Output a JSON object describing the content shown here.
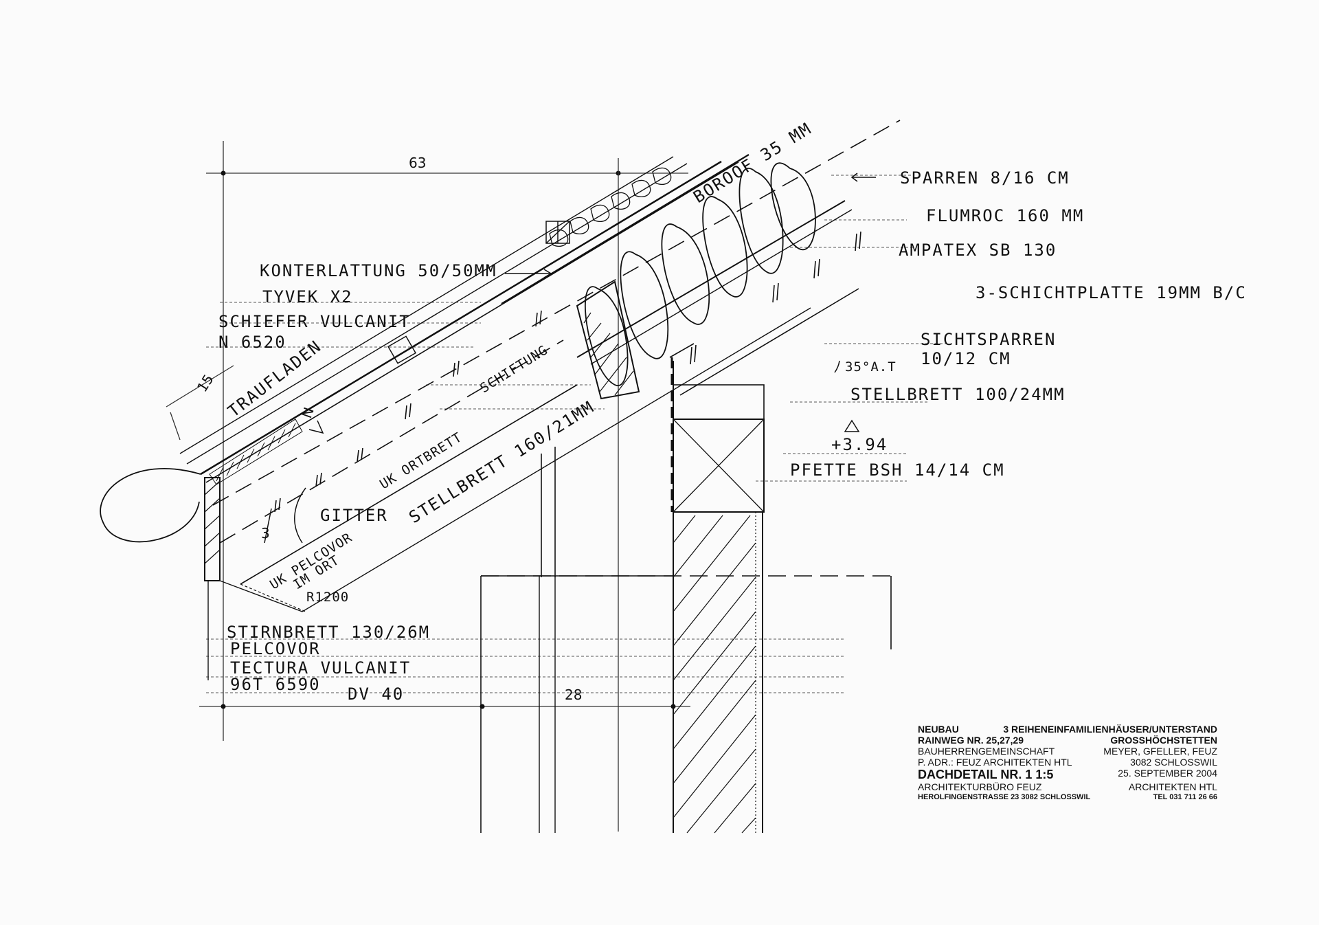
{
  "drawing": {
    "dimensions": {
      "top": "63",
      "bottom": "28",
      "slope_left": "15",
      "small_n": "N",
      "small_3": "3"
    },
    "labels_right": {
      "sparren": "SPARREN 8/16 CM",
      "flumroc": "FLUMROC 160 MM",
      "ampatex": "AMPATEX SB 130",
      "schichtplatte": "3-SCHICHTPLATTE 19MM B/C",
      "sichtsparren_1": "SICHTSPARREN",
      "sichtsparren_2": "10/12 CM",
      "angle": "35°A.T",
      "stellbrett_right": "STELLBRETT 100/24MM",
      "level": "+3.94",
      "pfette": "PFETTE BSH 14/14 CM"
    },
    "labels_left": {
      "konterlattung": "KONTERLATTUNG 50/50MM",
      "tyvek": "TYVEK X2",
      "schiefer_1": "SCHIEFER VULCANIT",
      "schiefer_2": "N 6520",
      "traufladen": "TRAUFLADEN",
      "schiftung": "SCHIFTUNG",
      "uk_ortbrett": "UK ORTBRETT",
      "stellbrett_diag": "STELLBRETT 160/21MM",
      "gitter": "GITTER",
      "uk_pelcovor_1": "UK PELCOVOR",
      "uk_pelcovor_2": "IM ORT",
      "radius": "R1200",
      "boroof": "BOROOF 35 MM"
    },
    "labels_bottom": {
      "stirnbrett": "STIRNBRETT 130/26M",
      "pelcovor": "PELCOVOR",
      "tectura": "TECTURA VULCANIT",
      "code": "96T 6590",
      "dv": "DV 40"
    }
  },
  "title_block": {
    "r1_left": "NEUBAU",
    "r1_right": "3 REIHENEINFAMILIENHÄUSER/UNTERSTAND",
    "r2_left": "RAINWEG NR. 25,27,29",
    "r2_right": "GROSSHÖCHSTETTEN",
    "r3_left": "BAUHERRENGEMEINSCHAFT",
    "r3_right": "MEYER, GFELLER, FEUZ",
    "r4_left": "P. ADR.: FEUZ ARCHITEKTEN HTL",
    "r4_right": "3082 SCHLOSSWIL",
    "r5_left": "DACHDETAIL NR. 1 1:5",
    "r5_right": "25. SEPTEMBER 2004",
    "r6_left": "ARCHITEKTURBÜRO FEUZ",
    "r6_right": "ARCHITEKTEN HTL",
    "r7_left": "HEROLFINGENSTRASSE 23 3082 SCHLOSSWIL",
    "r7_right": "TEL 031 711 26 66"
  }
}
